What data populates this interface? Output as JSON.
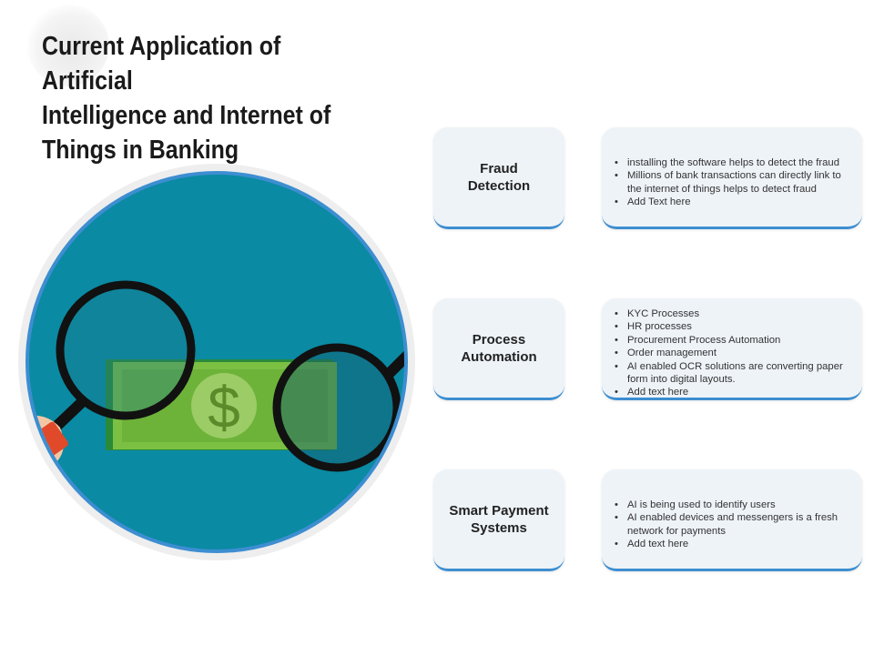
{
  "title": "Current Application of Artificial\nIntelligence and Internet of\nThings in Banking",
  "rows": [
    {
      "label": "Fraud\nDetection",
      "bullets": [
        "installing the software helps to detect the fraud",
        "Millions of bank transactions can directly link to the internet of things helps to detect fraud",
        "Add Text here"
      ]
    },
    {
      "label": "Process\nAutomation",
      "bullets": [
        "KYC Processes",
        "HR processes",
        "Procurement Process Automation",
        "Order management",
        "AI enabled OCR solutions are converting paper form into digital layouts.",
        "Add text here"
      ]
    },
    {
      "label": "Smart Payment\nSystems",
      "bullets": [
        "AI is being used to identify users",
        "AI enabled devices and messengers is a fresh network for payments",
        "Add text here"
      ]
    }
  ],
  "illustration": {
    "icon": "magnifier-on-banknote-icon",
    "currency_symbol": "$"
  },
  "colors": {
    "circle_bg": "#0a8aa3",
    "circle_ring": "#3d8ed1",
    "banknote": "#7bc043",
    "accent_border": "#3d8ed1",
    "box_bg": "#eef3f8"
  }
}
